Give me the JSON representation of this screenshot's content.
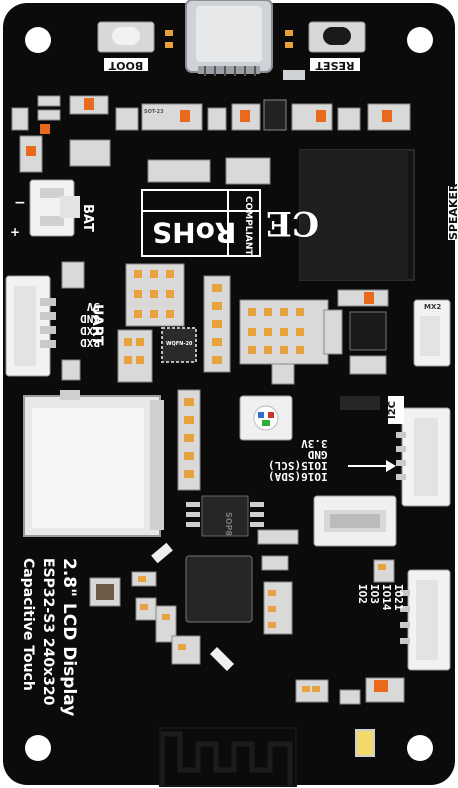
{
  "buttons": {
    "boot": "BOOT",
    "reset": "RESET"
  },
  "connectors": {
    "bat": "BAT",
    "uart": "UART",
    "uart_pins": [
      "5V",
      "GND",
      "TXD",
      "RXD"
    ],
    "i2c": "I2C",
    "i2c_pins": [
      "3.3V",
      "GND",
      "IO15(SCL)",
      "IO16(SDA)"
    ],
    "io_pins": [
      "IO21",
      "IO14",
      "IO3",
      "IO2"
    ],
    "speaker": "SPEAKER",
    "speaker_part": "MX2"
  },
  "logos": {
    "rohs": "RoHS",
    "compliant": "COMPLIANT",
    "ce": "CE"
  },
  "chips": {
    "qfn": "WQFN-20",
    "mosfet": "SOT-23",
    "regulator": "SOP8"
  },
  "title": {
    "line1": "2.8\" LCD Display",
    "line2": "ESP32-S3  240x320",
    "line3": "Capacitive Touch"
  },
  "colors": {
    "board": "#0b0b0b",
    "silk": "#ffffff",
    "pad": "#e7a23c",
    "accent": "#e86a1a"
  }
}
